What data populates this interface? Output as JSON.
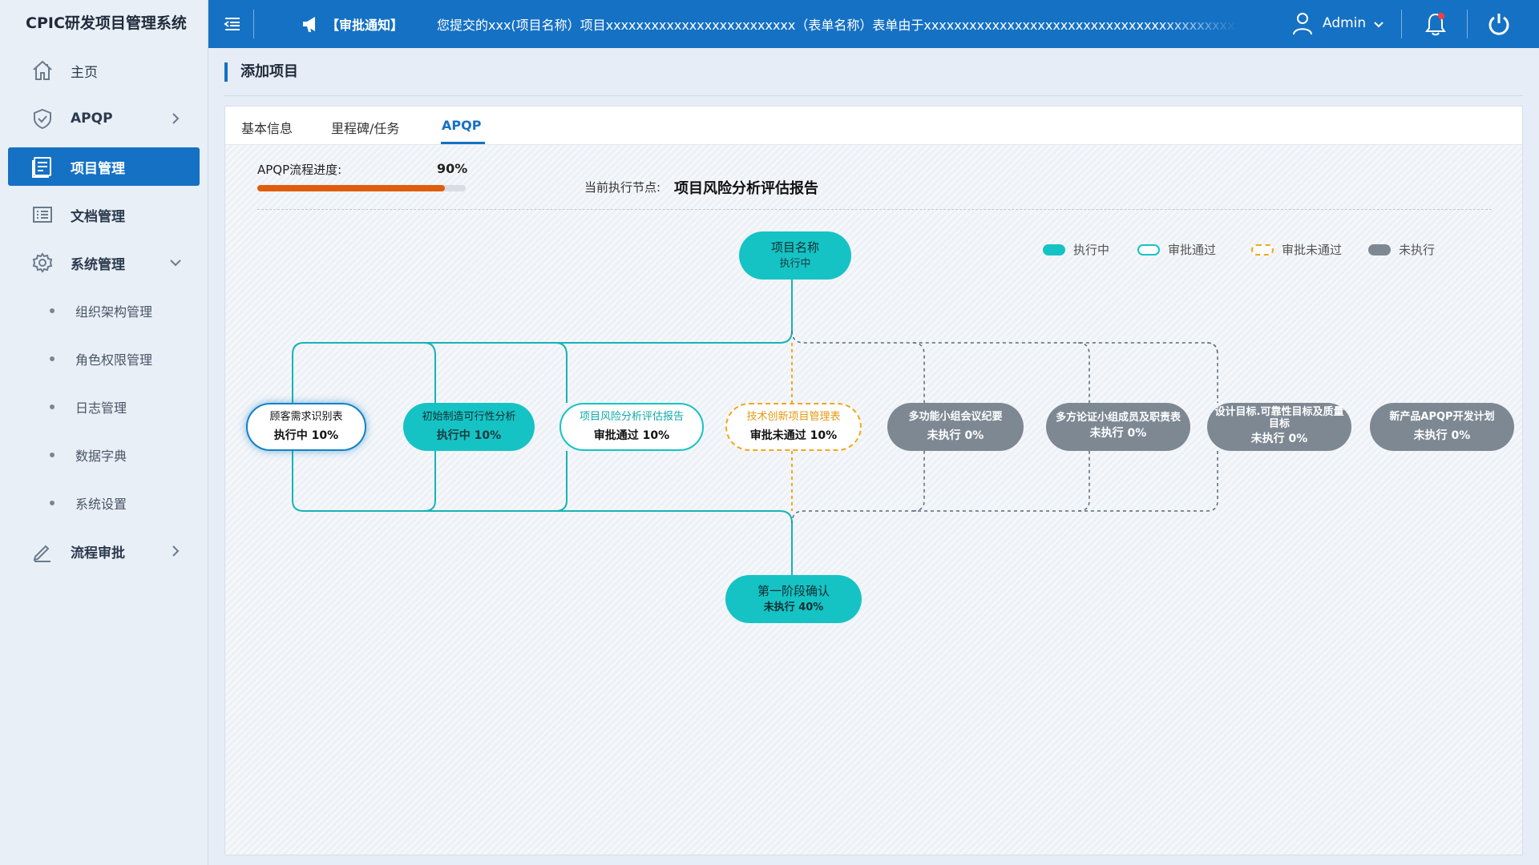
{
  "app": {
    "title": "CPIC研发项目管理系统"
  },
  "sidebar": {
    "items": [
      {
        "label": "主页",
        "icon": "home-icon"
      },
      {
        "label": "APQP",
        "icon": "shield-check-icon"
      },
      {
        "label": "项目管理",
        "icon": "project-icon"
      },
      {
        "label": "文档管理",
        "icon": "document-icon"
      },
      {
        "label": "系统管理",
        "icon": "gear-icon"
      },
      {
        "label": "流程审批",
        "icon": "pen-icon"
      }
    ],
    "sub_items": [
      "组织架构管理",
      "角色权限管理",
      "日志管理",
      "数据字典",
      "系统设置"
    ]
  },
  "topbar": {
    "notice_tag": "【审批通知】",
    "notice_text": "您提交的xxx(项目名称）项目xxxxxxxxxxxxxxxxxxxxxxxxx（表单名称）表单由于xxxxxxxxxxxxxxxxxxxxxxxxxxxxxxxxxxxxxxxxxxxxxxxxxxxxxxxxx审批未通",
    "user": "Admin"
  },
  "page": {
    "title": "添加项目"
  },
  "tabs": [
    "基本信息",
    "里程碑/任务",
    "APQP"
  ],
  "progress": {
    "label": "APQP流程进度:",
    "value_text": "90%",
    "value": 0.9,
    "current_label": "当前执行节点:",
    "current_value": "项目风险分析评估报告"
  },
  "legend": [
    {
      "label": "执行中",
      "style": "run"
    },
    {
      "label": "审批通过",
      "style": "pass"
    },
    {
      "label": "审批未通过",
      "style": "fail"
    },
    {
      "label": "未执行",
      "style": "none"
    }
  ],
  "flow": {
    "root": {
      "title": "项目名称",
      "status": "执行中"
    },
    "nodes": [
      {
        "title": "顾客需求识别表",
        "status": "执行中   10%",
        "style": "run-white"
      },
      {
        "title": "初始制造可行性分析",
        "status": "执行中   10%",
        "style": "run"
      },
      {
        "title": "项目风险分析评估报告",
        "status": "审批通过   10%",
        "style": "pass"
      },
      {
        "title": "技术创新项目管理表",
        "status": "审批未通过 10%",
        "style": "fail"
      },
      {
        "title": "多功能小组会议纪要",
        "status": "未执行 0%",
        "style": "none"
      },
      {
        "title": "多方论证小组成员及职责表",
        "status": "未执行 0%",
        "style": "none"
      },
      {
        "title": "设计目标.可靠性目标及质量目标",
        "status": "未执行 0%",
        "style": "none"
      },
      {
        "title": "新产品APQP开发计划",
        "status": "未执行 0%",
        "style": "none"
      }
    ],
    "end": {
      "title": "第一阶段确认",
      "status": "未执行 40%"
    }
  },
  "colors": {
    "primary": "#1571c4",
    "running": "#16c3c4",
    "failed": "#f2a71c",
    "pending": "#7d8893",
    "progress": "#e05d0a"
  }
}
